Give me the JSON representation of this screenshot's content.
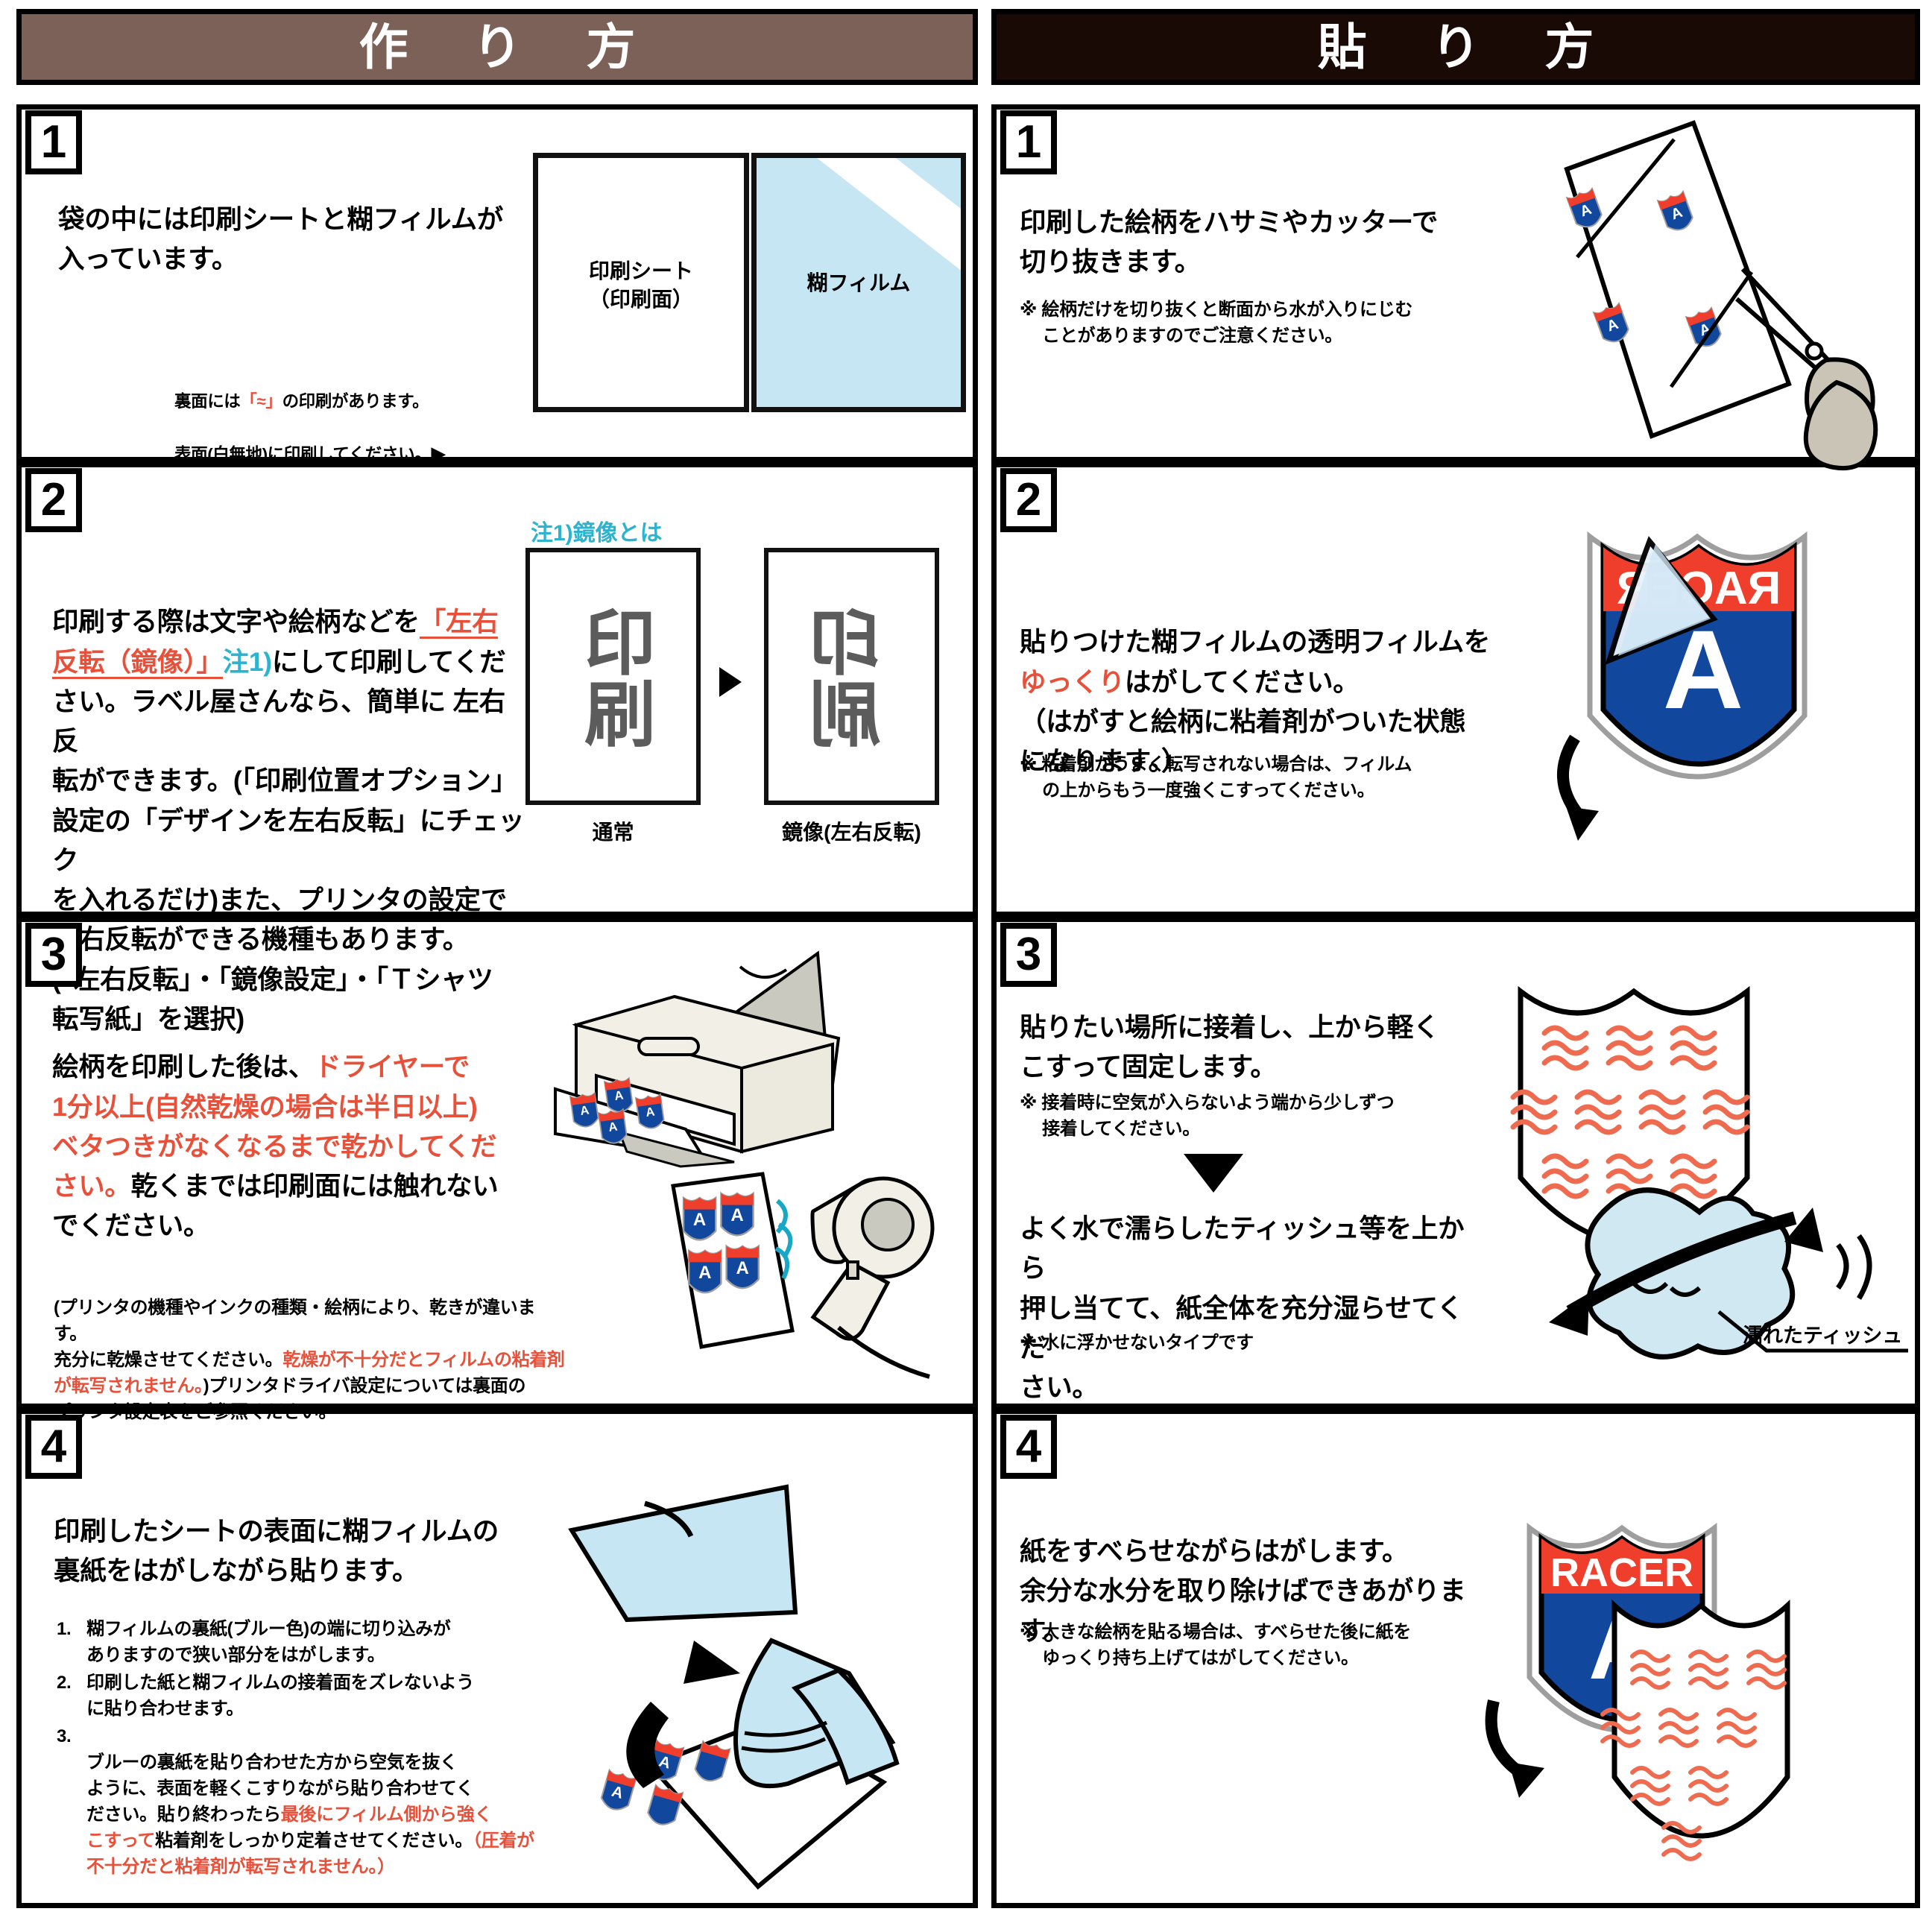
{
  "headers": {
    "left": "作 り 方",
    "right": "貼 り 方",
    "left_bg": "#7b6157",
    "right_bg": "#190a06"
  },
  "colors": {
    "red_accent": "#e8503a",
    "cyan_accent": "#2bb3cf",
    "film_blue": "#c5e6f2",
    "shield_red": "#ef3f2c",
    "shield_blue": "#11489e"
  },
  "left": {
    "step1": {
      "number": "1",
      "body": "袋の中には印刷シートと糊フィルムが\n入っています。",
      "note_line1_a": "裏面には",
      "note_line1_b": "「≈」",
      "note_line1_c": "の印刷があります。",
      "note_line2": "表面(白無地)に印刷してください。",
      "label_sheet": "印刷シート\n（印刷面）",
      "label_film": "糊フィルム"
    },
    "step2": {
      "number": "2",
      "t1": "印刷する際は文字や絵柄などを",
      "t2": "「左右\n反転（鏡像）」",
      "t3": "注1)",
      "t4": "にして印刷してくだ\nさい。ラベル屋さんなら、簡単に 左右反\n転ができます。(「印刷位置オプション」\n設定の「デザインを左右反転」にチェック\nを入れるだけ)また、プリンタの設定で\n左右反転ができる機種もあります。\n(「左右反転」・「鏡像設定」・「Ｔシャツ\n転写紙」を選択)",
      "diagram_title": "注1)鏡像とは",
      "box_text": "印刷",
      "cap_normal": "通常",
      "cap_mirror": "鏡像(左右反転)"
    },
    "step3": {
      "number": "3",
      "t1": "絵柄を印刷した後は、",
      "t2": "ドライヤーで\n1分以上(自然乾燥の場合は半日以上)\nベタつきがなくなるまで乾かしてくだ\nさい。",
      "t3": "乾くまでは印刷面には触れない\nでください。",
      "n1": "(プリンタの機種やインクの種類・絵柄により、乾きが違います。\n充分に乾燥させてください。",
      "n2": "乾燥が不十分だとフィルムの粘着剤\nが転写されません。",
      "n3": ")プリンタドライバ設定については裏面の\nプリンタ設定表をご参照ください。"
    },
    "step4": {
      "number": "4",
      "body": "印刷したシートの表面に糊フィルムの\n裏紙をはがしながら貼ります。",
      "items": [
        {
          "num": "1.",
          "text": "糊フィルムの裏紙(ブルー色)の端に切り込みが\nありますので狭い部分をはがします。"
        },
        {
          "num": "2.",
          "text": "印刷した紙と糊フィルムの接着面をズレないよう\nに貼り合わせます。"
        }
      ],
      "item3_num": "3.",
      "item3_a": "ブルーの裏紙を貼り合わせた方から空気を抜く\nように、表面を軽くこすりながら貼り合わせてく\nださい。貼り終わったら",
      "item3_b": "最後にフィルム側から強く\nこすって",
      "item3_c": "粘着剤をしっかり定着させてください。",
      "item3_d": "（圧着が不十分だと粘着剤が転写されません。）"
    }
  },
  "right": {
    "step1": {
      "number": "1",
      "body": "印刷した絵柄をハサミやカッターで\n切り抜きます。",
      "note": "※ 絵柄だけを切り抜くと断面から水が入りにじむ\n　 ことがありますのでご注意ください。"
    },
    "step2": {
      "number": "2",
      "t1": "貼りつけた糊フィルムの透明フィルムを",
      "t2": "ゆっくり",
      "t3": "はがしてください。\n（はがすと絵柄に粘着剤がついた状態\nになります。）",
      "note": "※ 粘着剤がうまく転写されない場合は、フィルム\n　 の上からもう一度強くこすってください。"
    },
    "step3": {
      "number": "3",
      "body1": "貼りたい場所に接着し、上から軽く\nこすって固定します。",
      "note1": "※ 接着時に空気が入らないよう端から少しずつ\n　 接着してください。",
      "body2": "よく水で濡らしたティッシュ等を上から\n押し当てて、紙全体を充分湿らせてくだ\nさい。",
      "note2": "※ 水に浮かせないタイプです",
      "callout": "濡れたティッシュ"
    },
    "step4": {
      "number": "4",
      "body": "紙をすべらせながらはがします。\n余分な水分を取り除けばできあがります。",
      "note": "※ 大きな絵柄を貼る場合は、すべらせた後に紙を\n　 ゆっくり持ち上げてはがしてください。"
    }
  },
  "shield": {
    "word": "RACER",
    "letter": "A"
  }
}
